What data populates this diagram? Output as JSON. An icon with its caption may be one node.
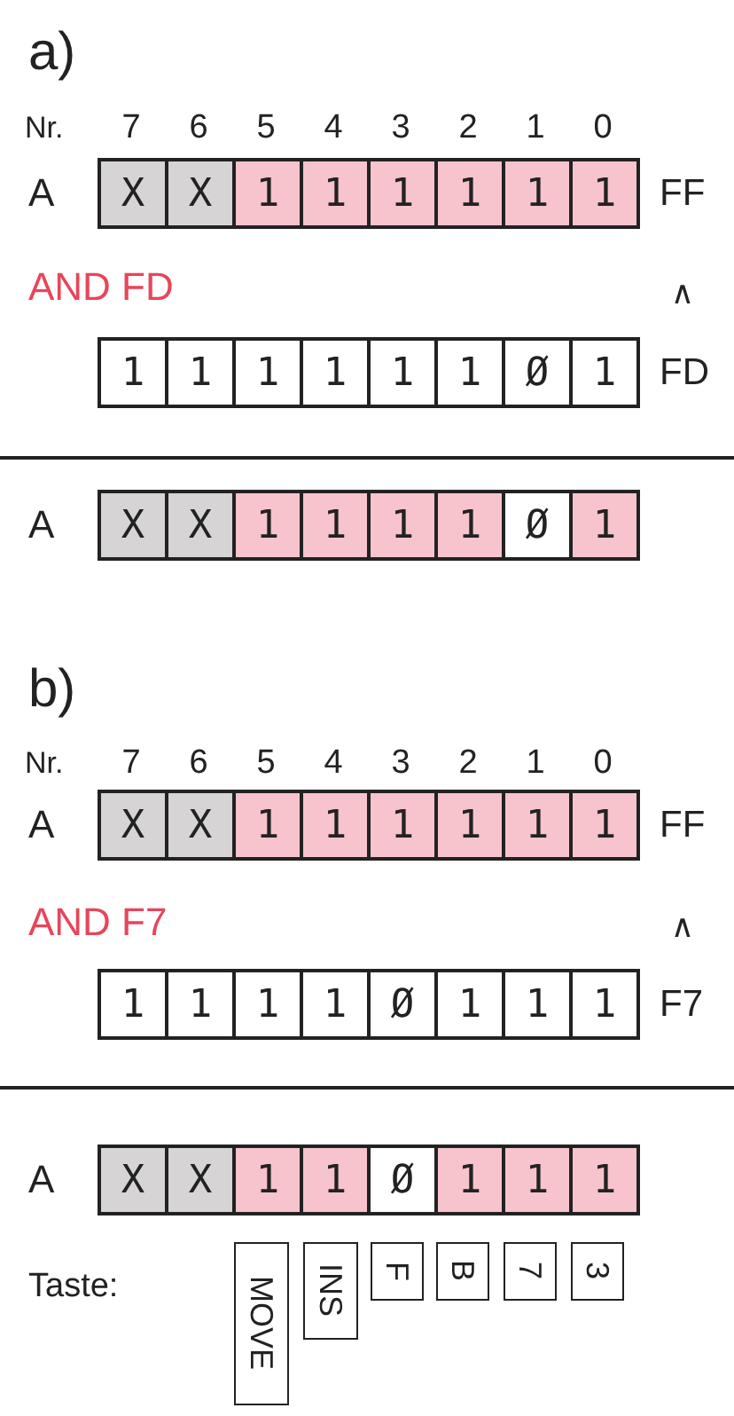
{
  "diagram": {
    "nodes": [
      {
        "text": [
          "X"
        ]
      },
      {
        "text": [
          "X"
        ]
      },
      {
        "text": [
          "1"
        ]
      },
      {
        "text": [
          "1"
        ]
      },
      {
        "text": [
          "1"
        ]
      },
      {
        "text": [
          "1"
        ]
      },
      {
        "text": [
          "1"
        ]
      },
      {
        "text": [
          "1"
        ]
      },
      {
        "text": [
          "1"
        ]
      },
      {
        "text": [
          "1"
        ]
      },
      {
        "text": [
          "1"
        ]
      },
      {
        "text": [
          "1"
        ]
      },
      {
        "text": [
          "1"
        ]
      },
      {
        "text": [
          "1"
        ]
      },
      {
        "text": [
          "Ø"
        ]
      },
      {
        "text": [
          "1"
        ]
      },
      {
        "text": [
          "X"
        ]
      },
      {
        "text": [
          "X"
        ]
      },
      {
        "text": [
          "1"
        ]
      },
      {
        "text": [
          "1"
        ]
      },
      {
        "text": [
          "1"
        ]
      },
      {
        "text": [
          "1"
        ]
      },
      {
        "text": [
          "Ø"
        ]
      },
      {
        "text": [
          "1"
        ]
      },
      {
        "text": [
          "X"
        ]
      },
      {
        "text": [
          "X"
        ]
      },
      {
        "text": [
          "1"
        ]
      },
      {
        "text": [
          "1"
        ]
      },
      {
        "text": [
          "1"
        ]
      },
      {
        "text": [
          "1"
        ]
      },
      {
        "text": [
          "1"
        ]
      },
      {
        "text": [
          "1"
        ]
      },
      {
        "text": [
          "1"
        ]
      },
      {
        "text": [
          "1"
        ]
      },
      {
        "text": [
          "1"
        ]
      },
      {
        "text": [
          "1"
        ]
      },
      {
        "text": [
          "Ø"
        ]
      },
      {
        "text": [
          "1"
        ]
      },
      {
        "text": [
          "1"
        ]
      },
      {
        "text": [
          "1"
        ]
      },
      {
        "text": [
          "X"
        ]
      },
      {
        "text": [
          "X"
        ]
      },
      {
        "text": [
          "1"
        ]
      },
      {
        "text": [
          "1"
        ]
      },
      {
        "text": [
          "Ø"
        ]
      },
      {
        "text": [
          "1"
        ]
      },
      {
        "text": [
          "1"
        ]
      },
      {
        "text": [
          "1"
        ]
      },
      {
        "text": [
          "MOVE"
        ]
      },
      {
        "text": [
          "INS"
        ]
      },
      {
        "text": [
          "F"
        ]
      },
      {
        "text": [
          "B"
        ]
      },
      {
        "text": [
          "7"
        ]
      },
      {
        "text": [
          "3"
        ]
      }
    ],
    "labels": [
      "a)",
      "Nr.",
      "7",
      "6",
      "5",
      "4",
      "3",
      "2",
      "1",
      "0",
      "A",
      "FF",
      "AND FD",
      "∧",
      "FD",
      "A",
      "b)",
      "Nr.",
      "7",
      "6",
      "5",
      "4",
      "3",
      "2",
      "1",
      "0",
      "A",
      "FF",
      "AND F7",
      "∧",
      "F7",
      "A",
      "Taste:"
    ]
  }
}
